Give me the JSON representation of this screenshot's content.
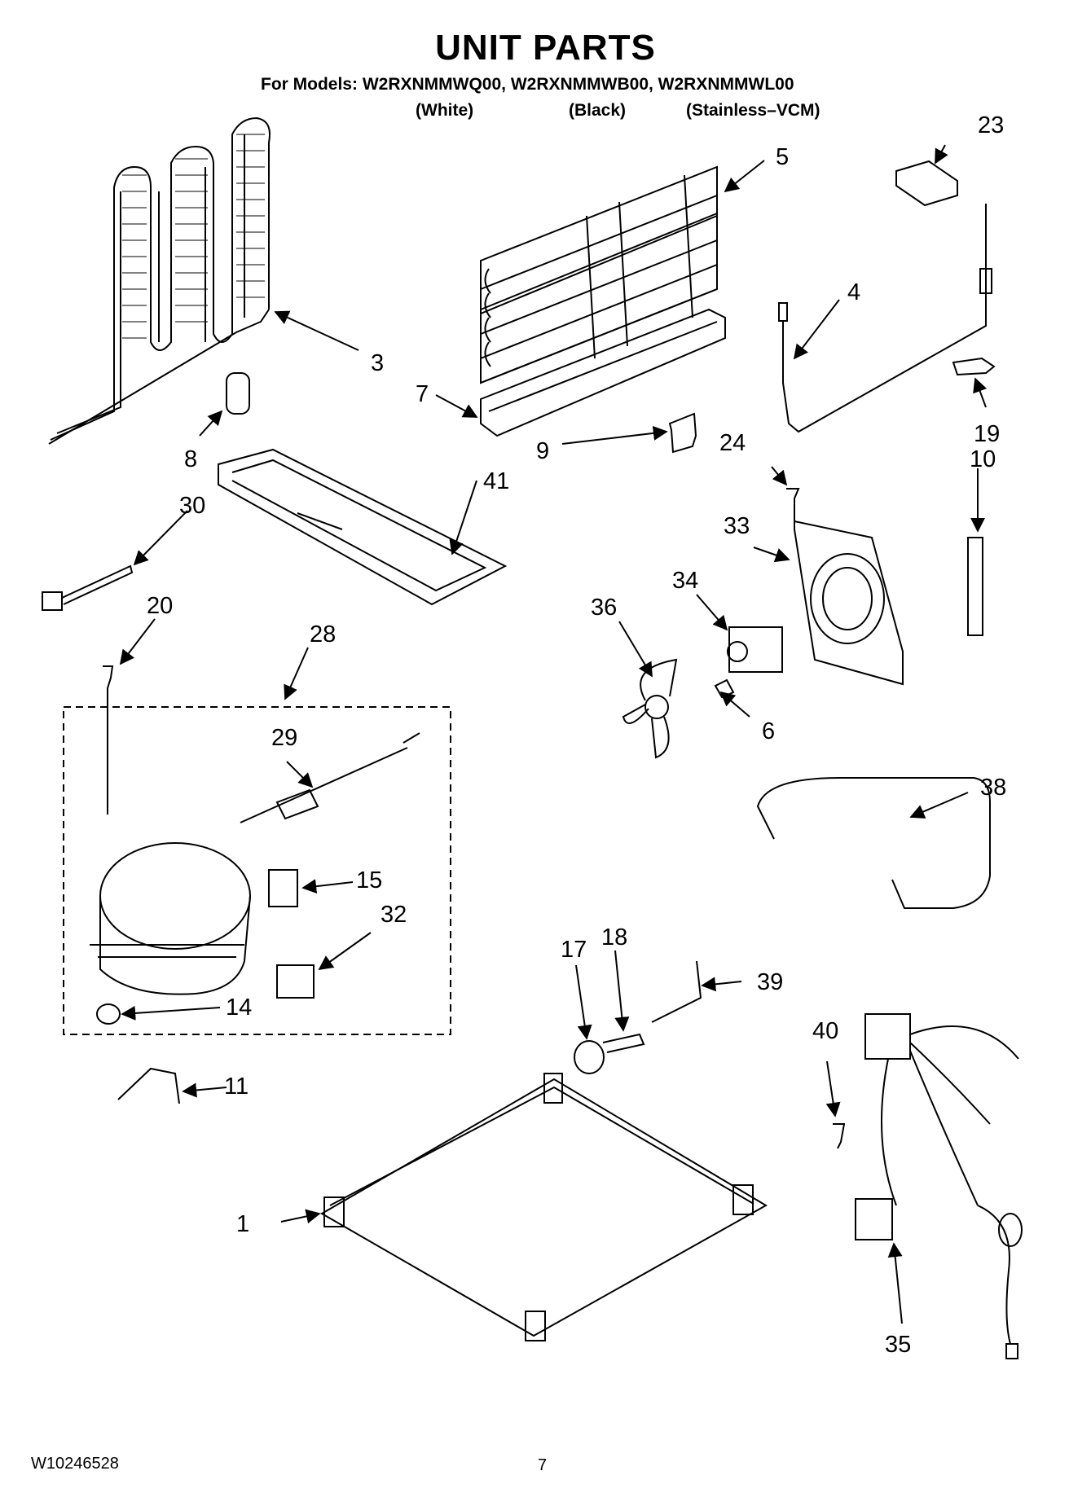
{
  "header": {
    "title": "UNIT PARTS",
    "models_line": "For Models: W2RXNMMWQ00, W2RXNMMWB00, W2RXNMMWL00",
    "variants": [
      "(White)",
      "(Black)",
      "(Stainless–VCM)"
    ]
  },
  "callouts": [
    "1",
    "3",
    "4",
    "5",
    "6",
    "7",
    "8",
    "9",
    "10",
    "11",
    "14",
    "15",
    "17",
    "18",
    "19",
    "20",
    "23",
    "24",
    "28",
    "29",
    "30",
    "32",
    "33",
    "34",
    "35",
    "36",
    "38",
    "39",
    "40",
    "41"
  ],
  "footer": {
    "doc_number": "W10246528",
    "page_number": "7"
  }
}
